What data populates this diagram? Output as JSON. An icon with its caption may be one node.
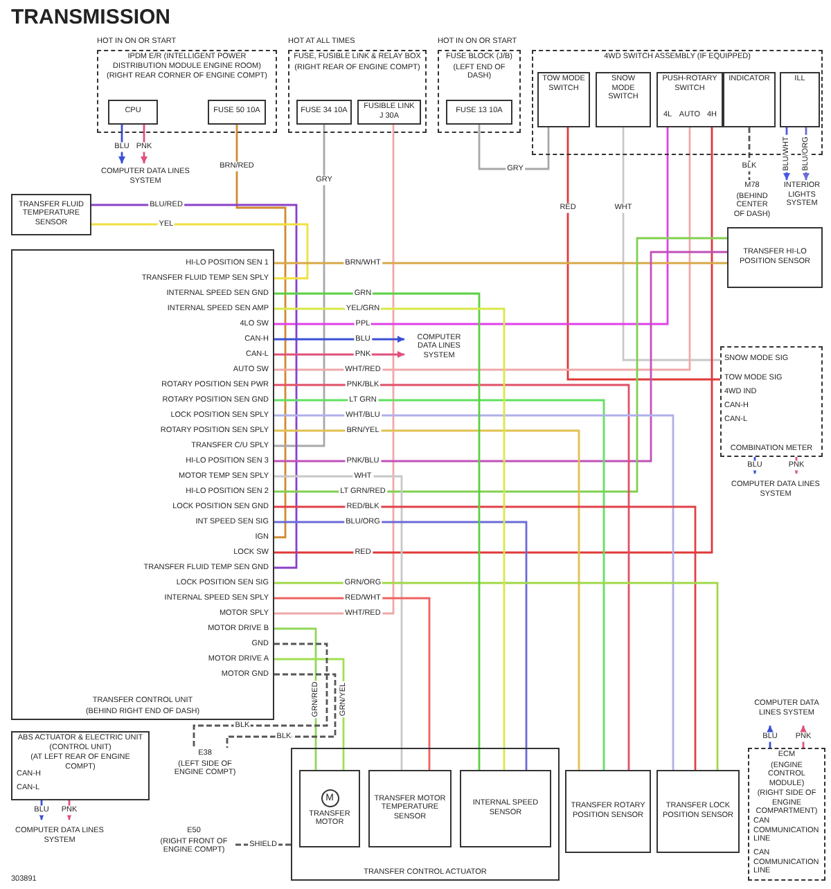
{
  "diagram": {
    "title": "TRANSMISSION",
    "nodes": [
      {
        "text": [
          "IPDM E/R (INTELLIGENT POWER DISTRIBUTION MODULE ENGINE ROOM)",
          "(RIGHT REAR CORNER OF ENGINE COMPT)"
        ]
      },
      {
        "text": [
          "CPU"
        ],
        "in": 0
      },
      {
        "text": [
          "FUSE 50 10A"
        ],
        "in": 0
      },
      {
        "text": [
          "FUSE, FUSIBLE LINK & RELAY BOX",
          "(RIGHT REAR OF ENGINE COMPT)"
        ]
      },
      {
        "text": [
          "FUSE 34 10A"
        ],
        "in": 3
      },
      {
        "text": [
          "FUSIBLE LINK J 30A"
        ],
        "in": 3
      },
      {
        "text": [
          "FUSE BLOCK (J/B)",
          "(LEFT END OF DASH)"
        ]
      },
      {
        "text": [
          "FUSE 13 10A"
        ],
        "in": 6
      },
      {
        "text": [
          "4WD SWITCH ASSEMBLY (IF EQUIPPED)"
        ]
      },
      {
        "text": [
          "TOW MODE SWITCH"
        ],
        "in": 8
      },
      {
        "text": [
          "SNOW MODE SWITCH"
        ],
        "in": 8
      },
      {
        "text": [
          "PUSH-ROTARY SWITCH"
        ],
        "in": 8
      },
      {
        "text": [
          "INDICATOR"
        ],
        "in": 8
      },
      {
        "text": [
          "ILL"
        ],
        "in": 8
      },
      {
        "text": [
          "TRANSFER FLUID TEMPERATURE SENSOR"
        ]
      },
      {
        "text": [
          "TRANSFER CONTROL UNIT",
          "(BEHIND RIGHT END OF DASH)"
        ]
      },
      {
        "text": [
          "TRANSFER HI-LO POSITION SENSOR"
        ]
      },
      {
        "text": [
          "COMBINATION METER"
        ]
      },
      {
        "text": [
          "ABS ACTUATOR & ELECTRIC UNIT (CONTROL UNIT)",
          "(AT LEFT REAR OF ENGINE COMPT)"
        ]
      },
      {
        "text": [
          "TRANSFER CONTROL ACTUATOR"
        ]
      },
      {
        "text": [
          "M",
          "TRANSFER MOTOR"
        ],
        "in": 19
      },
      {
        "text": [
          "TRANSFER MOTOR TEMPERATURE SENSOR"
        ],
        "in": 19
      },
      {
        "text": [
          "INTERNAL SPEED SENSOR"
        ],
        "in": 19
      },
      {
        "text": [
          "TRANSFER ROTARY POSITION SENSOR"
        ]
      },
      {
        "text": [
          "TRANSFER LOCK POSITION SENSOR"
        ]
      },
      {
        "text": [
          "ECM",
          "(ENGINE CONTROL MODULE)",
          "(RIGHT SIDE OF ENGINE COMPARTMENT)"
        ]
      },
      {
        "text": [
          "COMPUTER DATA LINES SYSTEM"
        ]
      },
      {
        "text": [
          "COMPUTER DATA LINES SYSTEM"
        ]
      },
      {
        "text": [
          "COMPUTER DATA LINES SYSTEM"
        ]
      },
      {
        "text": [
          "COMPUTER DATA LINES SYSTEM"
        ]
      },
      {
        "text": [
          "COMPUTER DATA LINES SYSTEM"
        ]
      },
      {
        "text": [
          "INTERIOR LIGHTS SYSTEM"
        ]
      },
      {
        "text": [
          "M78",
          "(BEHIND CENTER OF DASH)"
        ]
      },
      {
        "text": [
          "E38",
          "(LEFT SIDE OF ENGINE COMPT)"
        ]
      },
      {
        "text": [
          "E50",
          "(RIGHT FRONT OF ENGINE COMPT)"
        ]
      }
    ],
    "edges": [
      {
        "from": 1,
        "to": 26,
        "arrow": "to",
        "label": "BLU",
        "color": "#3a4fd6"
      },
      {
        "from": 1,
        "to": 26,
        "arrow": "to",
        "label": "PNK",
        "color": "#e0507a"
      },
      {
        "from": 2,
        "to": 15,
        "arrow": "none",
        "label": "BRN/RED",
        "color": "#d08a30"
      },
      {
        "from": 4,
        "to": 15,
        "arrow": "none",
        "label": "GRY",
        "color": "#a8a8a8"
      },
      {
        "from": 5,
        "to": 15,
        "arrow": "none",
        "label": "WHT/RED",
        "color": "#f0a8a8"
      },
      {
        "from": 7,
        "to": 9,
        "arrow": "none",
        "label": "GRY",
        "color": "#a8a8a8"
      },
      {
        "from": 9,
        "to": 17,
        "arrow": "none",
        "label": "RED",
        "color": "#e03838"
      },
      {
        "from": 10,
        "to": 17,
        "arrow": "none",
        "label": "WHT",
        "color": "#c8c8c8"
      },
      {
        "from": 11,
        "to": 15,
        "arrow": "none",
        "label": "PPL",
        "color": "#e040e8"
      },
      {
        "from": 11,
        "to": 15,
        "arrow": "none",
        "label": "WHT/RED",
        "color": "#f0a8a8"
      },
      {
        "from": 11,
        "to": 15,
        "arrow": "none",
        "label": "RED",
        "color": "#e03838"
      },
      {
        "from": 12,
        "to": 32,
        "arrow": "none",
        "label": "BLK",
        "style": "dashed",
        "color": "#555555"
      },
      {
        "from": 13,
        "to": 31,
        "arrow": "to",
        "label": "BLU/WHT",
        "color": "#4a5ae0"
      },
      {
        "from": 13,
        "to": 31,
        "arrow": "to",
        "label": "BLU/ORG",
        "color": "#6a6ad8"
      },
      {
        "from": 14,
        "to": 15,
        "arrow": "none",
        "label": "BLU/RED",
        "color": "#8a40c8"
      },
      {
        "from": 14,
        "to": 15,
        "arrow": "none",
        "label": "YEL",
        "color": "#f0e040"
      },
      {
        "from": 15,
        "to": 16,
        "arrow": "none",
        "label": "BRN/WHT",
        "color": "#d8a848"
      },
      {
        "from": 15,
        "to": 16,
        "arrow": "none",
        "label": "PNK/BLU",
        "color": "#c050b8"
      },
      {
        "from": 15,
        "to": 16,
        "arrow": "none",
        "label": "LT GRN/RED",
        "color": "#80d050"
      },
      {
        "from": 15,
        "to": 27,
        "arrow": "to",
        "label": "BLU",
        "color": "#3a4fd6"
      },
      {
        "from": 15,
        "to": 27,
        "arrow": "to",
        "label": "PNK",
        "color": "#e0507a"
      },
      {
        "from": 15,
        "to": 23,
        "arrow": "none",
        "label": "PNK/BLK",
        "color": "#e05068"
      },
      {
        "from": 15,
        "to": 23,
        "arrow": "none",
        "label": "LT GRN",
        "color": "#60e060"
      },
      {
        "from": 15,
        "to": 24,
        "arrow": "none",
        "label": "WHT/BLU",
        "color": "#b0b0e8"
      },
      {
        "from": 15,
        "to": 23,
        "arrow": "none",
        "label": "BRN/YEL",
        "color": "#e0c050"
      },
      {
        "from": 15,
        "to": 21,
        "arrow": "none",
        "label": "WHT",
        "color": "#c8c8c8"
      },
      {
        "from": 15,
        "to": 24,
        "arrow": "none",
        "label": "RED/BLK",
        "color": "#e04048"
      },
      {
        "from": 15,
        "to": 22,
        "arrow": "none",
        "label": "BLU/ORG",
        "color": "#6a6ad8"
      },
      {
        "from": 15,
        "to": 24,
        "arrow": "none",
        "label": "GRN/ORG",
        "color": "#a0d848"
      },
      {
        "from": 15,
        "to": 21,
        "arrow": "none",
        "label": "RED/WHT",
        "color": "#f06060"
      },
      {
        "from": 15,
        "to": 20,
        "arrow": "none",
        "label": "GRN/RED",
        "color": "#90d858"
      },
      {
        "from": 15,
        "to": 20,
        "arrow": "none",
        "label": "GRN/YEL",
        "color": "#a0e050"
      },
      {
        "from": 15,
        "to": 22,
        "arrow": "none",
        "label": "GRN",
        "color": "#58d040"
      },
      {
        "from": 15,
        "to": 22,
        "arrow": "none",
        "label": "YEL/GRN",
        "color": "#d8e848"
      },
      {
        "from": 15,
        "to": 33,
        "arrow": "none",
        "label": "BLK",
        "style": "dashed",
        "color": "#555555"
      },
      {
        "from": 15,
        "to": 33,
        "arrow": "none",
        "label": "BLK",
        "style": "dashed",
        "color": "#555555"
      },
      {
        "from": 19,
        "to": 34,
        "arrow": "none",
        "label": "SHIELD",
        "style": "dashed",
        "color": "#555555"
      },
      {
        "from": 17,
        "to": 28,
        "arrow": "to",
        "label": "BLU",
        "color": "#3a4fd6"
      },
      {
        "from": 17,
        "to": 28,
        "arrow": "to",
        "label": "PNK",
        "color": "#e0507a"
      },
      {
        "from": 18,
        "to": 29,
        "arrow": "to",
        "label": "BLU",
        "color": "#3a4fd6"
      },
      {
        "from": 18,
        "to": 29,
        "arrow": "to",
        "label": "PNK",
        "color": "#e0507a"
      },
      {
        "from": 25,
        "to": 30,
        "arrow": "to",
        "label": "BLU",
        "color": "#3a4fd6"
      },
      {
        "from": 25,
        "to": 30,
        "arrow": "to",
        "label": "PNK",
        "color": "#e0507a"
      }
    ],
    "labels": [
      "HOT IN ON OR START",
      "HOT AT ALL TIMES",
      "HOT IN ON OR START",
      "HI-LO POSITION SEN 1",
      "TRANSFER FLUID TEMP SEN SPLY",
      "INTERNAL SPEED SEN GND",
      "INTERNAL SPEED SEN AMP",
      "4LO SW",
      "CAN-H",
      "CAN-L",
      "AUTO SW",
      "ROTARY POSITION SEN PWR",
      "ROTARY POSITION SEN GND",
      "LOCK POSITION SEN SPLY",
      "ROTARY POSITION SEN SPLY",
      "TRANSFER C/U SPLY",
      "HI-LO POSITION SEN 3",
      "MOTOR TEMP SEN SPLY",
      "HI-LO POSITION SEN 2",
      "LOCK POSITION SEN GND",
      "INT SPEED SEN SIG",
      "IGN",
      "LOCK SW",
      "TRANSFER FLUID TEMP SEN GND",
      "LOCK POSITION SEN SIG",
      "INTERNAL SPEED SEN SPLY",
      "MOTOR SPLY",
      "MOTOR DRIVE B",
      "GND",
      "MOTOR DRIVE A",
      "MOTOR GND",
      "4L",
      "AUTO",
      "4H",
      "SNOW MODE SIG",
      "TOW MODE SIG",
      "4WD IND",
      "CAN-H",
      "CAN-L",
      "CAN-H",
      "CAN-L",
      "CAN COMMUNICATION LINE",
      "CAN COMMUNICATION LINE",
      "303891"
    ]
  }
}
